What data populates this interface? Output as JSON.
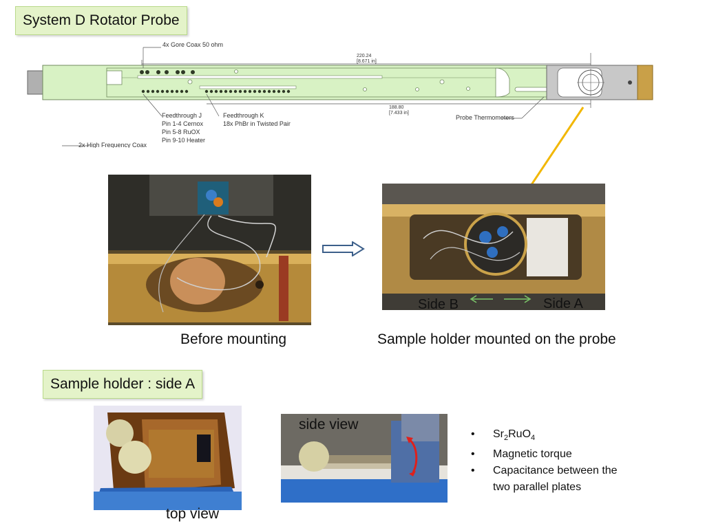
{
  "titles": {
    "probe": "System D Rotator Probe",
    "holder": "Sample holder : side A"
  },
  "probe_diagram": {
    "coax_label": "4x Gore Coax 50 ohm",
    "dim_total": "220.24",
    "dim_total_in": "[8.671 in]",
    "dim_partial": "188.80",
    "dim_partial_in": "[7.433 in]",
    "feedthrough_j": "Feedthrough J",
    "pin_1_4": "Pin 1-4 Cernox",
    "pin_5_8": "Pin 5-8 RuOX",
    "pin_9_10": "Pin 9-10 Heater",
    "feedthrough_k": "Feedthrough K",
    "phbr": "18x PhBr in Twisted Pair",
    "hf_coax": "2x High Frequency Coax",
    "thermometers": "Probe Thermometers"
  },
  "captions": {
    "before": "Before mounting",
    "mounted": "Sample holder mounted on the probe",
    "side_b": "Side B",
    "side_a": "Side A",
    "side_view": "side view",
    "top_view": "top view"
  },
  "bullets": {
    "compound_base_1": "Sr",
    "compound_sub_1": "2",
    "compound_base_2": "RuO",
    "compound_sub_2": "4",
    "torque": "Magnetic torque",
    "capacitance_1": "Capacitance between the",
    "capacitance_2": "two parallel plates"
  },
  "colors": {
    "title_bg": "#e4f3c9",
    "probe_body": "#d8f2c4",
    "pointer_arrow": "#f2b705",
    "side_arrow": "#7cc96a",
    "bend_arrow": "#e0201b",
    "brass": "#c9a048"
  }
}
